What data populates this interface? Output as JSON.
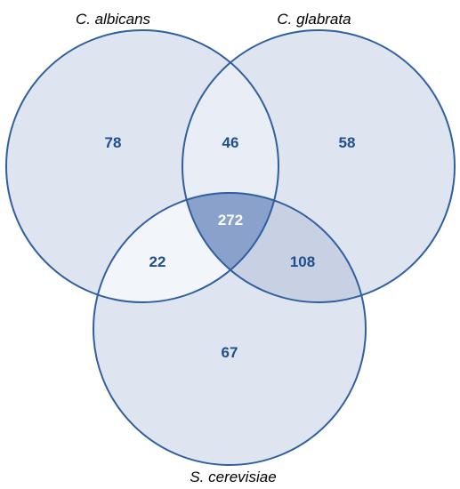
{
  "sets": {
    "a": {
      "label": "C. albicans"
    },
    "b": {
      "label": "C. glabrata"
    },
    "c": {
      "label": "S. cerevisiae"
    }
  },
  "regions": {
    "a_only": "78",
    "b_only": "58",
    "c_only": "67",
    "ab_only": "46",
    "ac_only": "22",
    "bc_only": "108",
    "abc": "272"
  },
  "colors": {
    "circle_stroke": "#2f5f9e",
    "single_fill": "#dfe5f0",
    "ab_fill": "#e9edf5",
    "ac_fill": "#f2f5fa",
    "bc_fill": "#c8d1e3",
    "abc_fill": "#8aa2cb",
    "value_text": "#1f4e8c",
    "center_text": "#ffffff"
  }
}
